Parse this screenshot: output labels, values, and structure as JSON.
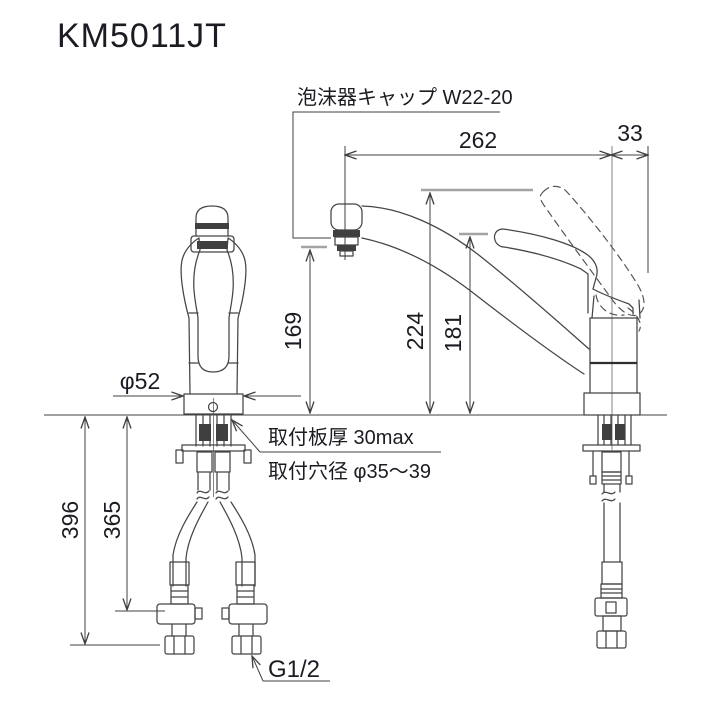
{
  "title": "KM5011JT",
  "annotations": {
    "aerator_cap_label": "泡沫器キャップ W22-20",
    "mount_thickness_label": "取付板厚 30max",
    "mount_hole_label": "取付穴径 φ35～39",
    "thread_label": "G1/2"
  },
  "dimensions": {
    "spout_reach": "262",
    "handle_overhang": "33",
    "spout_outlet_height": "169",
    "total_height": "224",
    "handle_height": "181",
    "base_diameter": "φ52",
    "below_counter_total": "396",
    "below_counter_hose": "365"
  },
  "colors": {
    "background": "#ffffff",
    "line": "#454545",
    "dimension_line": "#404040",
    "extension_gray": "#a3a3a3",
    "text": "#1b1b22"
  }
}
